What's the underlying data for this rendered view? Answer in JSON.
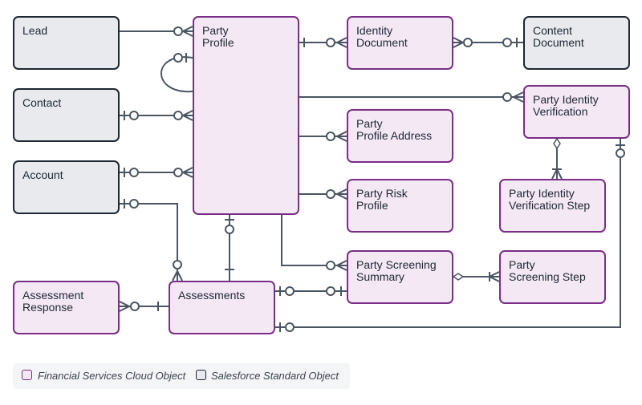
{
  "entities": {
    "lead": "Lead",
    "contact": "Contact",
    "account": "Account",
    "party_profile": "Party\nProfile",
    "identity_document": "Identity\nDocument",
    "content_document": "Content\nDocument",
    "party_identity_verification": "Party Identity\nVerification",
    "party_profile_address": "Party\nProfile Address",
    "party_risk_profile": "Party Risk\nProfile",
    "party_identity_verification_step": "Party Identity\nVerification Step",
    "party_screening_summary": "Party Screening\nSummary",
    "party_screening_step": "Party\nScreening Step",
    "assessment_response": "Assessment\nResponse",
    "assessments": "Assessments"
  },
  "legend": {
    "fsc_label": "Financial Services Cloud Object",
    "std_label": "Salesforce Standard Object"
  },
  "colors": {
    "fsc_fill": "#f4e8f5",
    "fsc_border": "#7a2e85",
    "std_fill": "#e8eaee",
    "std_border": "#1e2733",
    "connector": "#4a5563"
  }
}
